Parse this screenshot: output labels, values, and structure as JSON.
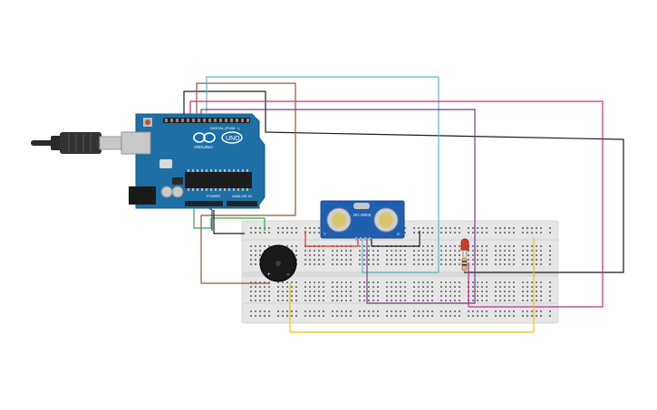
{
  "arduino": {
    "brand": "ARDUINO",
    "model": "UNO",
    "digital_header_label": "DIGITAL (PWM ~)",
    "power_label": "POWER",
    "analog_label": "ANALOG IN",
    "board_color": "#1d6fa5",
    "usb_cable_color": "#2a2a2a"
  },
  "ultrasonic_sensor": {
    "label": "HC-SR04",
    "pin_labels": [
      "T",
      "R"
    ],
    "board_color": "#1e5fb0"
  },
  "led": {
    "color": "#d33a2c"
  },
  "buzzer": {
    "pin_labels": [
      "+",
      "−"
    ]
  },
  "breadboard": {
    "color": "#e6e6e6"
  },
  "wire_colors": {
    "black": "#1b1b1b",
    "brown": "#8a5a36",
    "cyan": "#5bb8c4",
    "magenta": "#c2307f",
    "purple": "#7a3a8f",
    "green": "#2fa84a",
    "red": "#e0302a",
    "yellow": "#f2c200",
    "navy": "#2f3b73"
  }
}
